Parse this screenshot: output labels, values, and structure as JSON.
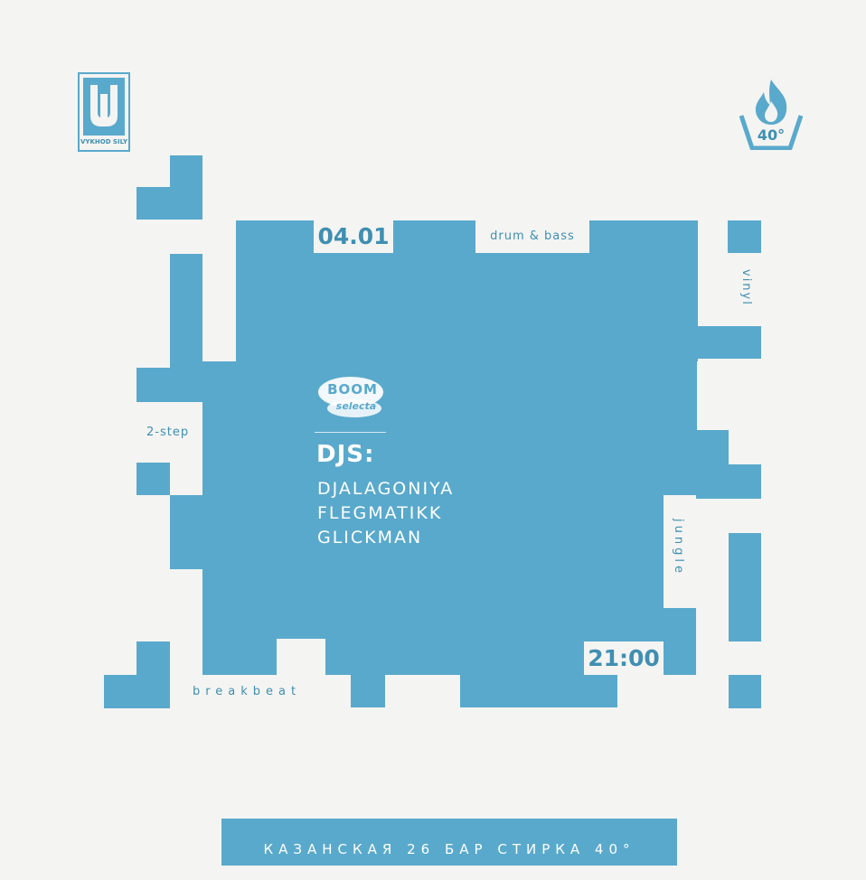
{
  "event": {
    "date": "04.01",
    "time": "21:00",
    "genres": {
      "drum_and_bass": "drum & bass",
      "vinyl": "vinyl",
      "two_step": "2-step",
      "jungle": "jungle",
      "breakbeat": "breakbeat"
    },
    "djs_heading": "DJS:",
    "djs": [
      "DJALAGONIYA",
      "FLEGMATIKK",
      "GLICKMAN"
    ]
  },
  "branding": {
    "left_logo_text": "VYKHOD SILY",
    "right_logo_text": "40°",
    "center_logo_text_1": "BOOM",
    "center_logo_text_2": "selecta",
    "accent_color": "#59a9cc",
    "text_color": "#3f8fb2"
  },
  "footer": {
    "address": "КАЗАНСКАЯ 26 БАР СТИРКА 40°"
  }
}
